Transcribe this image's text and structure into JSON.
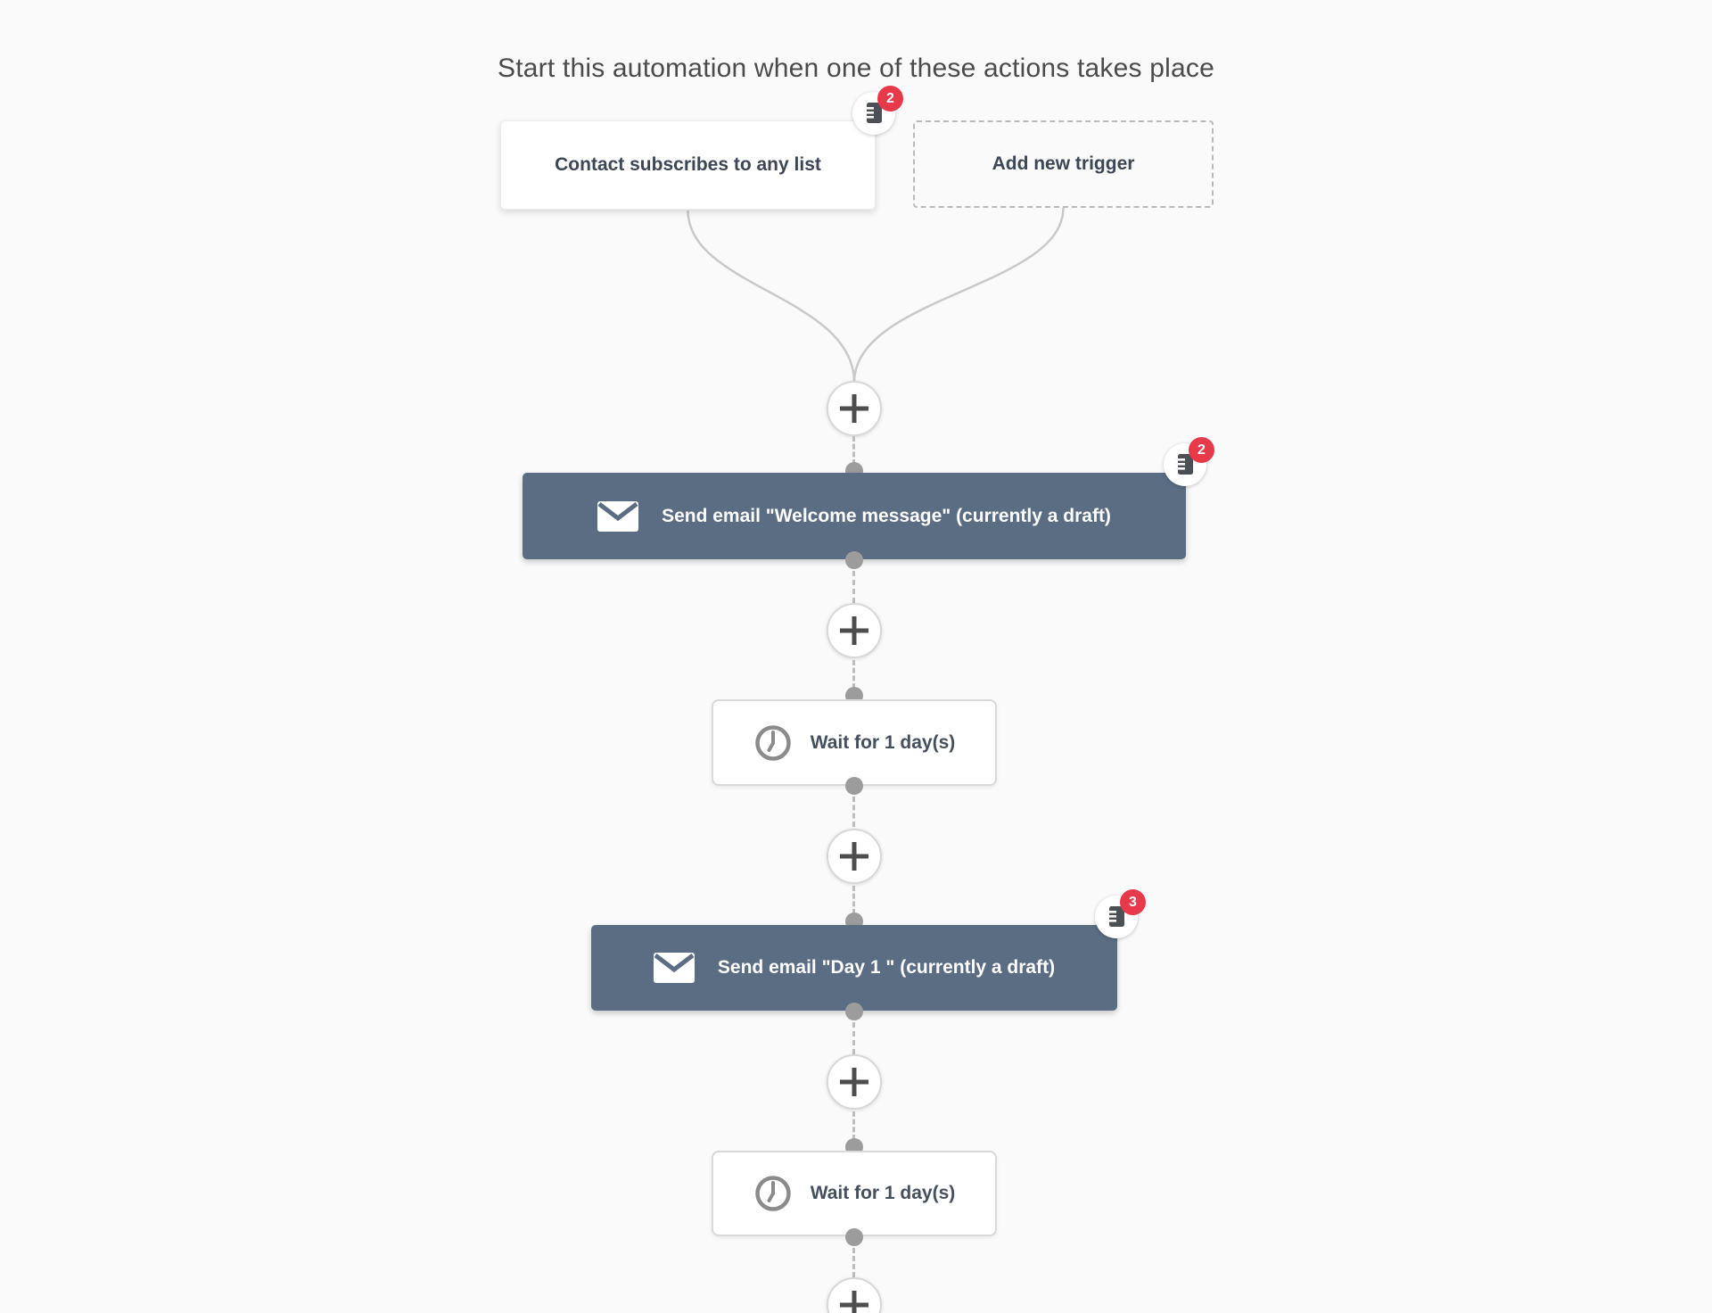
{
  "title": "Start this automation when one of these actions takes place",
  "triggers": {
    "items": [
      {
        "label": "Contact subscribes to any list",
        "notes_count": "2"
      },
      {
        "label": "Add new trigger"
      }
    ]
  },
  "nodes": [
    {
      "type": "email",
      "label": "Send email \"Welcome message\" (currently a draft)",
      "notes_count": "2"
    },
    {
      "type": "wait",
      "label": "Wait for 1 day(s)"
    },
    {
      "type": "email",
      "label": "Send email \"Day 1 \" (currently a draft)",
      "notes_count": "3"
    },
    {
      "type": "wait",
      "label": "Wait for 1 day(s)"
    }
  ],
  "icons": {
    "email": "envelope-icon",
    "wait": "clock-icon",
    "notes": "note-icon",
    "add": "plus-icon"
  },
  "colors": {
    "canvas_bg": "#fafafa",
    "email_node_bg": "#5a6d83",
    "badge_red": "#e8394a",
    "connector_gray": "#bdbdbd",
    "dot_gray": "#9c9c9c"
  }
}
